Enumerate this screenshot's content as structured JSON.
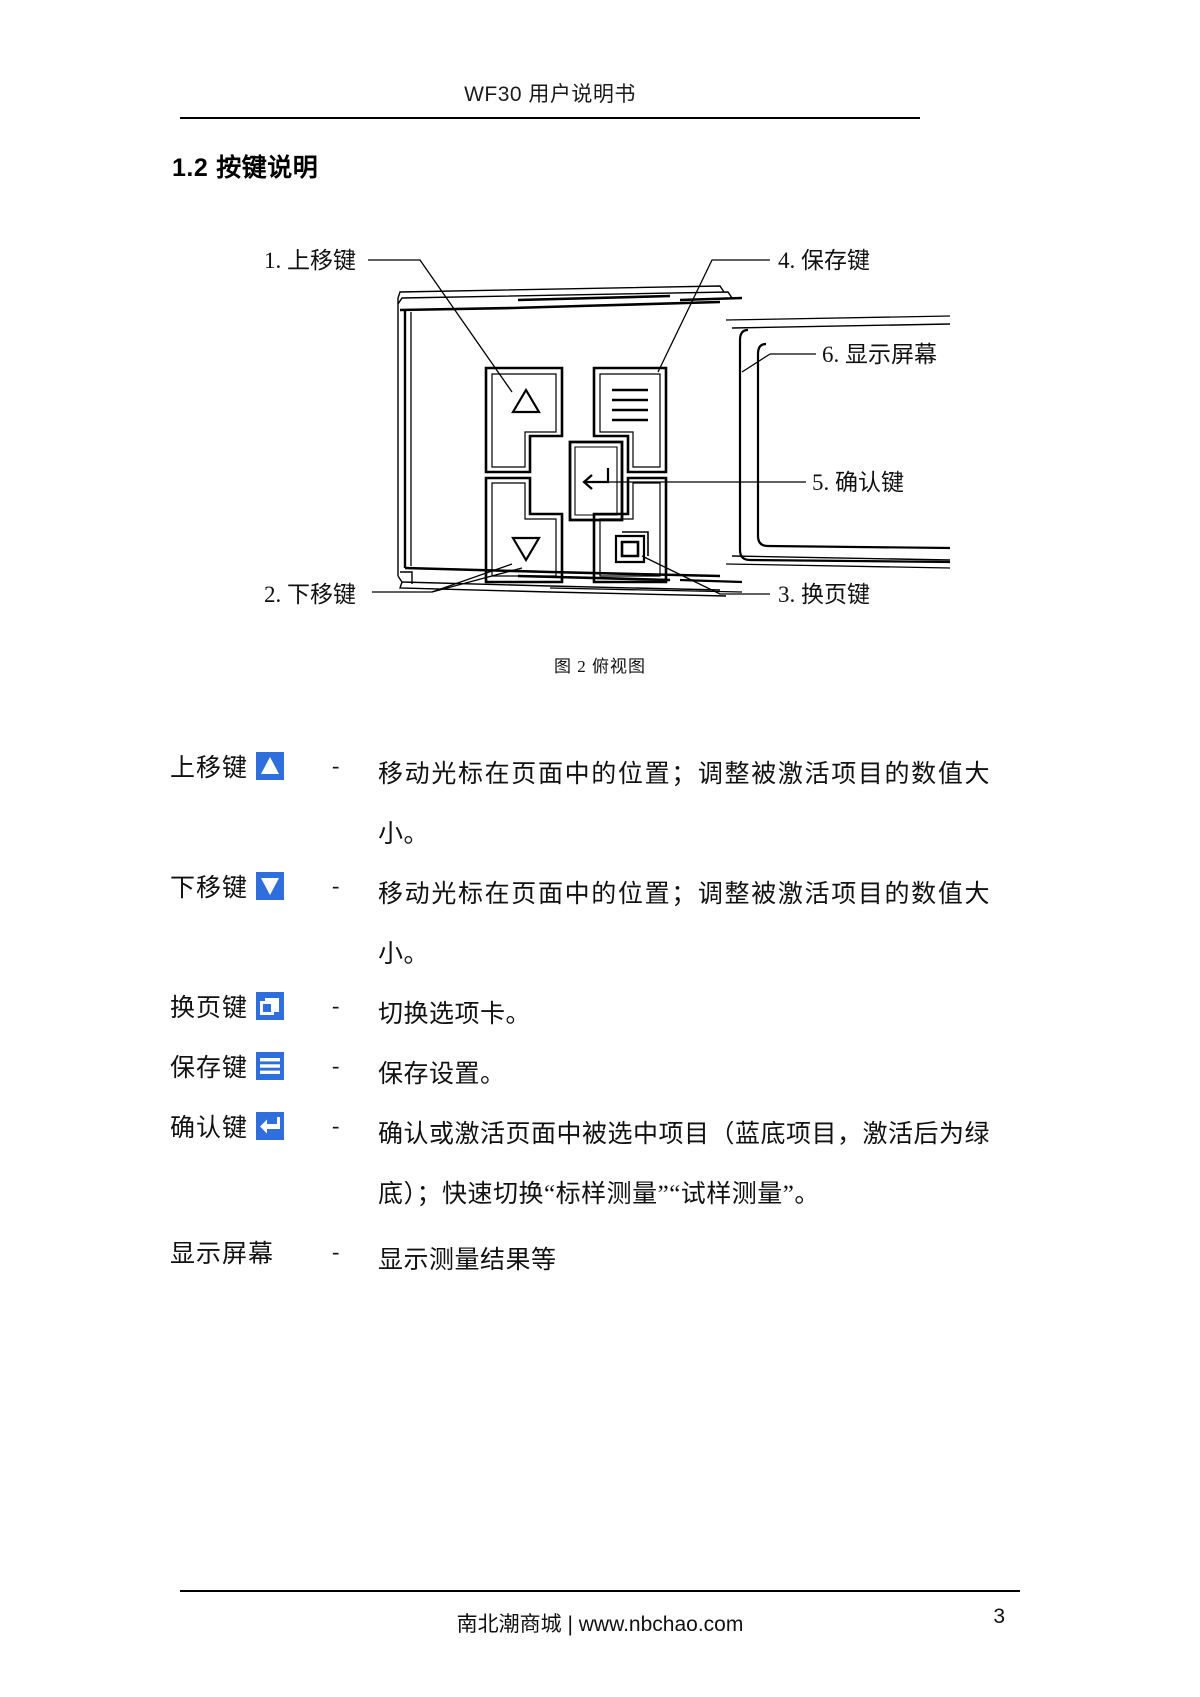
{
  "header": {
    "title": "WF30 用户说明书"
  },
  "section": {
    "number": "1.2",
    "title": "按键说明"
  },
  "figure": {
    "caption": "图 2 俯视图",
    "callouts": [
      {
        "id": "up-key",
        "text": "1. 上移键"
      },
      {
        "id": "down-key",
        "text": "2. 下移键"
      },
      {
        "id": "page-key",
        "text": "3. 换页键"
      },
      {
        "id": "save-key",
        "text": "4. 保存键"
      },
      {
        "id": "enter-key",
        "text": "5. 确认键"
      },
      {
        "id": "display",
        "text": "6. 显示屏幕"
      }
    ],
    "key_glyphs": {
      "up": "△",
      "down": "▽",
      "enter": "↵"
    }
  },
  "keys": [
    {
      "name": "上移键",
      "icon": "up-triangle-icon",
      "separator": "-",
      "description": "移动光标在页面中的位置；调整被激活项目的数值大小。"
    },
    {
      "name": "下移键",
      "icon": "down-triangle-icon",
      "separator": "-",
      "description": "移动光标在页面中的位置；调整被激活项目的数值大小。"
    },
    {
      "name": "换页键",
      "icon": "page-switch-icon",
      "separator": "-",
      "description": "切换选项卡。"
    },
    {
      "name": "保存键",
      "icon": "menu-lines-icon",
      "separator": "-",
      "description": "保存设置。"
    },
    {
      "name": "确认键",
      "icon": "enter-arrow-icon",
      "separator": "-",
      "description": "确认或激活页面中被选中项目（蓝底项目，激活后为绿底）；快速切换“标样测量”“试样测量”。"
    },
    {
      "name": "显示屏幕",
      "icon": "",
      "separator": "-",
      "description": "显示测量结果等"
    }
  ],
  "footer": {
    "text": "南北潮商城 | www.nbchao.com",
    "page_number": "3"
  },
  "colors": {
    "icon_blue": "#2f6fdd",
    "line_black": "#000000",
    "text": "#111111"
  }
}
